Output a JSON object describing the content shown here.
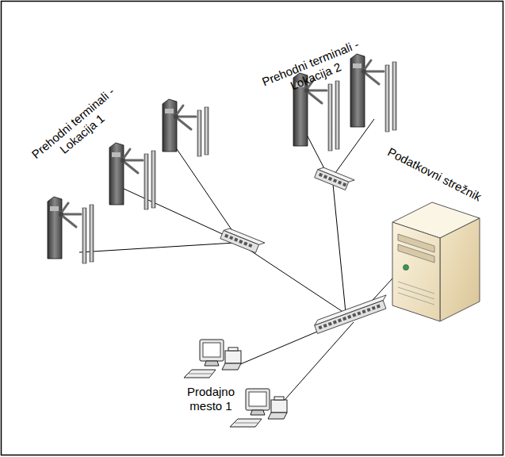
{
  "diagram": {
    "nodes": [
      {
        "text": [
          "Podatkovni strežnik"
        ]
      },
      {
        "text": [
          "Prodajno mesto 1"
        ]
      }
    ],
    "labels": [
      "Prehodni terminali - Lokacija 1",
      "Prehodni terminali - Lokacija 2"
    ]
  }
}
